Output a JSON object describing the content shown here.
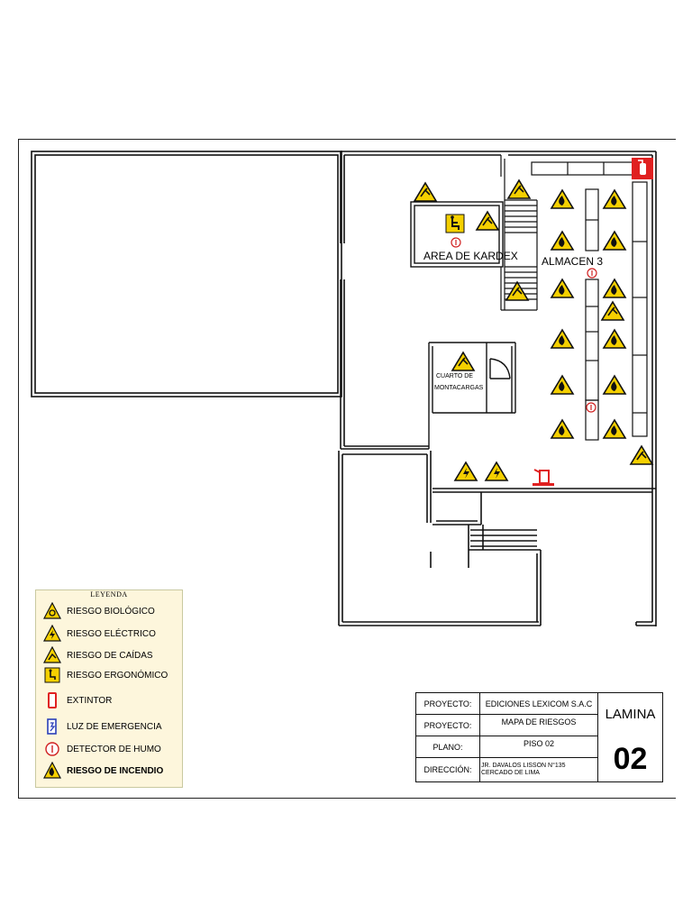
{
  "plan": {
    "area_label": "AREA DE KARDEX",
    "almacen_label": "ALMACEN 3",
    "cuarto_label_1": "CUARTO DE",
    "cuarto_label_2": "MONTACARGAS"
  },
  "legend": {
    "title": "LEYENDA",
    "items": [
      {
        "label": "RIESGO BIOLÓGICO",
        "icon": "biological-risk-icon"
      },
      {
        "label": "RIESGO ELÉCTRICO",
        "icon": "electrical-risk-icon"
      },
      {
        "label": "RIESGO DE CAÍDAS",
        "icon": "fall-risk-icon"
      },
      {
        "label": "RIESGO ERGONÓMICO",
        "icon": "ergonomic-risk-icon"
      },
      {
        "label": "EXTINTOR",
        "icon": "extinguisher-icon"
      },
      {
        "label": "LUZ DE EMERGENCIA",
        "icon": "emergency-light-icon"
      },
      {
        "label": "DETECTOR DE HUMO",
        "icon": "smoke-detector-icon"
      },
      {
        "label": "RIESGO DE INCENDIO",
        "icon": "fire-risk-icon"
      }
    ]
  },
  "title_block": {
    "proyecto_label_1": "PROYECTO:",
    "proyecto_value_1": "EDICIONES LEXICOM S.A.C",
    "proyecto_label_2": "PROYECTO:",
    "proyecto_value_2": "MAPA DE RIESGOS",
    "plano_label": "PLANO:",
    "plano_value": "PISO 02",
    "direccion_label": "DIRECCIÓN:",
    "direccion_value_1": "JR. DAVALOS LISSON N°135",
    "direccion_value_2": "CERCADO DE LIMA",
    "lamina_label": "LAMINA",
    "lamina_number": "02"
  },
  "colors": {
    "warning_yellow": "#f5d000",
    "extinguisher_red": "#e02020",
    "wall": "#111111"
  }
}
